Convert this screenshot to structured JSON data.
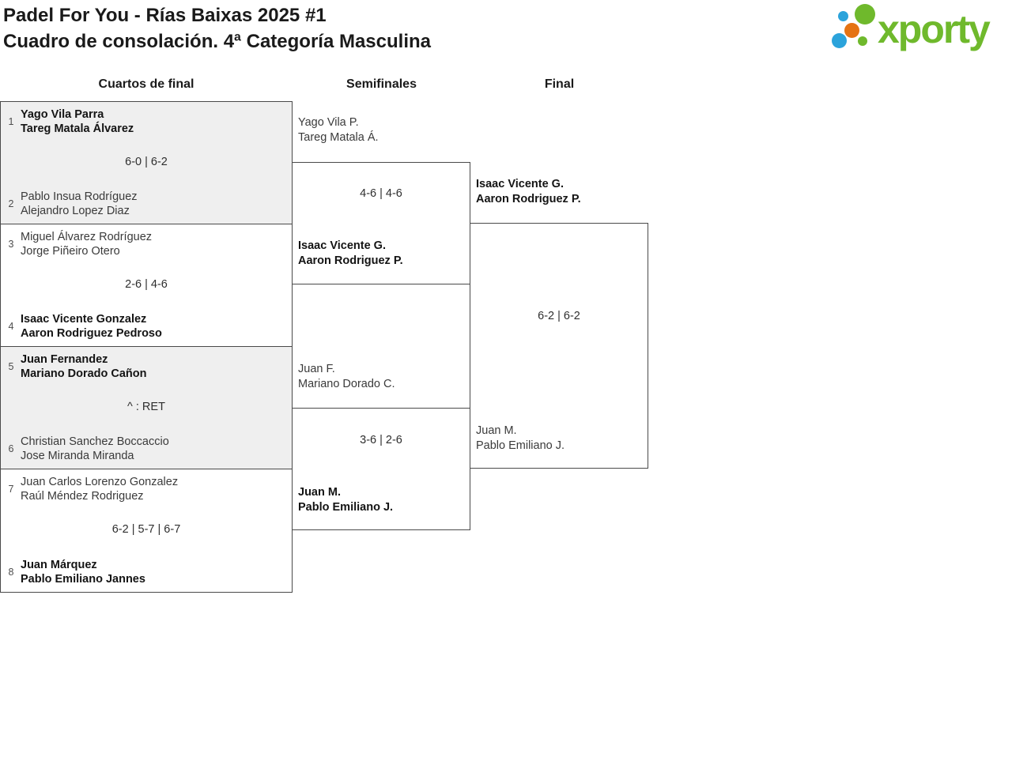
{
  "page": {
    "title": "Padel For You - Rías Baixas 2025 #1",
    "subtitle": "Cuadro de consolación. 4ª Categoría Masculina"
  },
  "logo": {
    "wordmark": "xporty",
    "colors": {
      "green": "#6FB92C",
      "blue": "#2BA3DB",
      "orange": "#E57312"
    }
  },
  "rounds": {
    "quarterfinals": {
      "label": "Cuartos de final",
      "matches": [
        {
          "top": {
            "seed": "1",
            "players": [
              "Yago Vila Parra",
              "Tareg Matala Álvarez"
            ],
            "winner": true
          },
          "score": "6-0 | 6-2",
          "bottom": {
            "seed": "2",
            "players": [
              "Pablo Insua Rodríguez",
              "Alejandro Lopez Diaz"
            ],
            "winner": false
          }
        },
        {
          "top": {
            "seed": "3",
            "players": [
              "Miguel Álvarez Rodríguez",
              "Jorge Piñeiro Otero"
            ],
            "winner": false
          },
          "score": "2-6 | 4-6",
          "bottom": {
            "seed": "4",
            "players": [
              "Isaac Vicente Gonzalez",
              "Aaron Rodriguez Pedroso"
            ],
            "winner": true
          }
        },
        {
          "top": {
            "seed": "5",
            "players": [
              "Juan Fernandez",
              "Mariano Dorado Cañon"
            ],
            "winner": true
          },
          "score": "^ : RET",
          "bottom": {
            "seed": "6",
            "players": [
              "Christian Sanchez Boccaccio",
              "Jose Miranda Miranda"
            ],
            "winner": false
          }
        },
        {
          "top": {
            "seed": "7",
            "players": [
              "Juan Carlos Lorenzo Gonzalez",
              "Raúl Méndez Rodriguez"
            ],
            "winner": false
          },
          "score": "6-2 | 5-7 | 6-7",
          "bottom": {
            "seed": "8",
            "players": [
              "Juan Márquez",
              "Pablo Emiliano Jannes"
            ],
            "winner": true
          }
        }
      ]
    },
    "semifinals": {
      "label": "Semifinales",
      "matches": [
        {
          "top": {
            "players": [
              "Yago Vila P.",
              "Tareg Matala Á."
            ],
            "winner": false
          },
          "score": "4-6 | 4-6",
          "bottom": {
            "players": [
              "Isaac Vicente G.",
              "Aaron Rodriguez P."
            ],
            "winner": true
          }
        },
        {
          "top": {
            "players": [
              "Juan F.",
              "Mariano Dorado C."
            ],
            "winner": false
          },
          "score": "3-6 | 2-6",
          "bottom": {
            "players": [
              "Juan M.",
              "Pablo Emiliano J."
            ],
            "winner": true
          }
        }
      ]
    },
    "final": {
      "label": "Final",
      "match": {
        "top": {
          "players": [
            "Isaac Vicente G.",
            "Aaron Rodriguez P."
          ],
          "winner": true
        },
        "score": "6-2 | 6-2",
        "bottom": {
          "players": [
            "Juan M.",
            "Pablo Emiliano J."
          ],
          "winner": false
        }
      }
    }
  }
}
